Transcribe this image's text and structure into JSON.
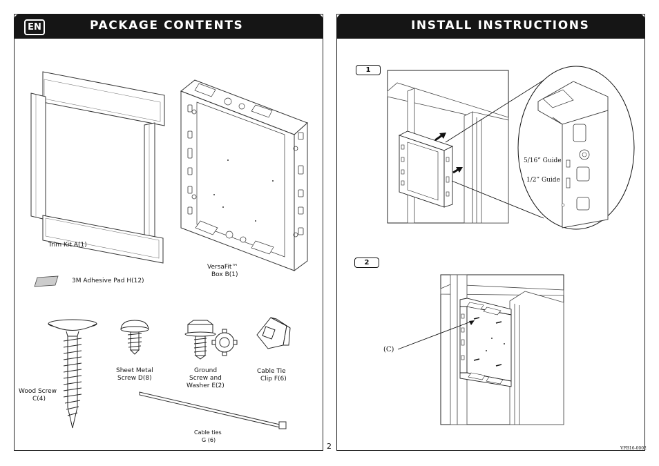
{
  "left_panel": {
    "lang_badge": "EN",
    "title": "PACKAGE CONTENTS",
    "items": {
      "trim_kit": "Trim Kit A(1)",
      "box_line1": "VersaFit™",
      "box_line2": "Box B(1)",
      "adhesive": "3M Adhesive Pad H(12)",
      "wood_screw_line1": "Wood Screw",
      "wood_screw_line2": "C(4)",
      "sheet_screw_line1": "Sheet Metal",
      "sheet_screw_line2": "Screw D(8)",
      "ground_line1": "Ground",
      "ground_line2": "Screw and",
      "ground_line3": "Washer E(2)",
      "clip_line1": "Cable Tie",
      "clip_line2": "Clip F(6)",
      "ties_line1": "Cable ties",
      "ties_line2": "G (6)"
    }
  },
  "right_panel": {
    "title": "INSTALL INSTRUCTIONS",
    "step1": {
      "label": "1",
      "guide1": "5/16” Guide",
      "guide2": "1/2” Guide"
    },
    "step2": {
      "label": "2",
      "callout": "(C)"
    }
  },
  "footer": {
    "page_number": "2",
    "doc_code": "VFB16-0002"
  }
}
